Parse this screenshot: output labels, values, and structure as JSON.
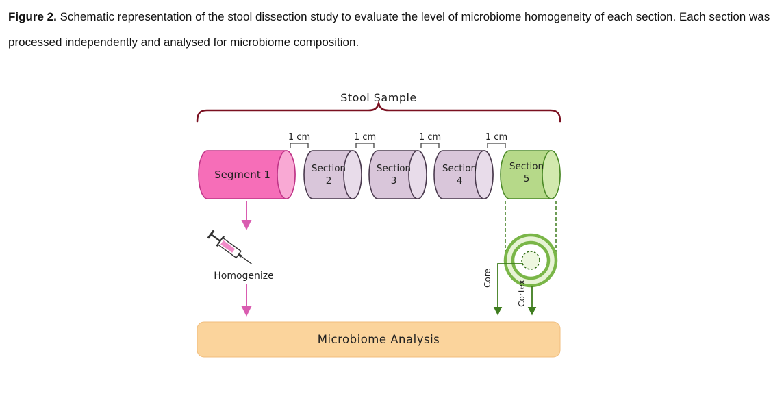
{
  "caption": {
    "figure_label": "Figure 2.",
    "body": " Schematic representation of the stool dissection study to evaluate the level of microbiome homogeneity of each section. Each section was processed independently and analysed for microbiome composition."
  },
  "diagram": {
    "title": "Stool Sample",
    "gap_labels": [
      "1 cm",
      "1 cm",
      "1 cm",
      "1 cm"
    ],
    "segment1_label": "Segment 1",
    "sections": [
      {
        "line1": "Section",
        "line2": "2"
      },
      {
        "line1": "Section",
        "line2": "3"
      },
      {
        "line1": "Section",
        "line2": "4"
      },
      {
        "line1": "Section",
        "line2": "5"
      }
    ],
    "homogenize_label": "Homogenize",
    "core_label": "Core",
    "cortex_label": "Cortex",
    "analysis_label": "Microbiome Analysis",
    "colors": {
      "segment_fill": "#f66eb8",
      "segment_cap": "#f9a9d4",
      "segment_border": "#c03588",
      "section_fill": "#d9c6da",
      "section_cap": "#e8dcea",
      "section_border": "#4a3a4e",
      "green_fill": "#b6d989",
      "green_cap": "#d2e9ae",
      "green_border": "#4c8a28",
      "brace": "#7a1020",
      "pink_arrow": "#d95cb0",
      "green_line": "#3f7d1f",
      "analysis_fill": "#fbd49c"
    }
  }
}
